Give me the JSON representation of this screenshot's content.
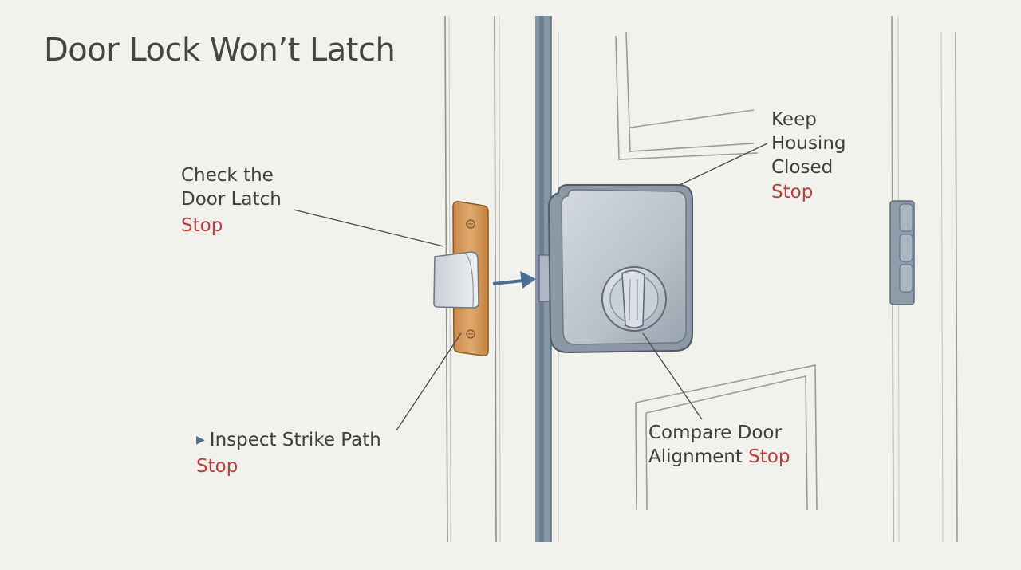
{
  "title": "Door Lock Won’t Latch",
  "callouts": {
    "latch": {
      "lines": [
        "Check the",
        "Door Latch"
      ],
      "status": "Stop"
    },
    "housing": {
      "lines": [
        "Keep",
        "Housing",
        "Closed"
      ],
      "status": "Stop"
    },
    "strike": {
      "text": "Inspect Strike Path",
      "status": "Stop"
    },
    "alignment": {
      "lines": [
        "Compare Door",
        "Alignment"
      ],
      "status": "Stop"
    }
  },
  "icons": {
    "strike_marker": "triangle-marker-icon",
    "direction_arrow": "right-arrow-icon"
  },
  "colors": {
    "stop": "#b84040",
    "arrow": "#4e6e91",
    "strike_plate": "#d9a060",
    "lock": "#b9c1c9"
  }
}
